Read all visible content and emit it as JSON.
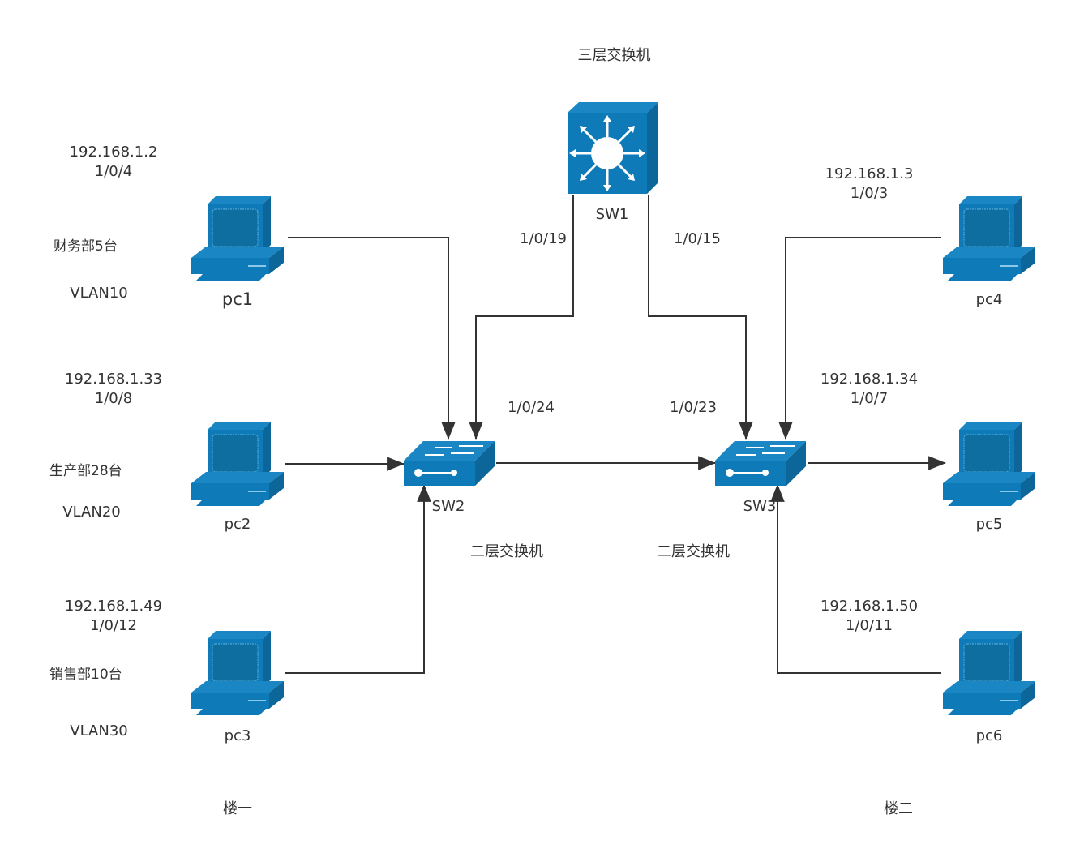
{
  "title": "三层交换机",
  "colors": {
    "device_blue": "#0f7ab8",
    "device_dark": "#0d6699",
    "wire": "#333333",
    "text": "#333333"
  },
  "core_switch": {
    "name": "SW1",
    "type_label": "三层交换机",
    "icon": "layer3-switch-icon",
    "ports": {
      "to_sw2": "1/0/19",
      "to_sw3": "1/0/15"
    }
  },
  "access_switches": [
    {
      "name": "SW2",
      "type_label": "二层交换机",
      "icon": "layer2-switch-icon",
      "uplink_port": "1/0/24"
    },
    {
      "name": "SW3",
      "type_label": "二层交换机",
      "icon": "layer2-switch-icon",
      "uplink_port": "1/0/23"
    }
  ],
  "pcs": [
    {
      "name": "pc1",
      "ip": "192.168.1.2",
      "port": "1/0/4",
      "switch": "SW2",
      "icon": "desktop-computer-icon"
    },
    {
      "name": "pc2",
      "ip": "192.168.1.33",
      "port": "1/0/8",
      "switch": "SW2",
      "icon": "desktop-computer-icon"
    },
    {
      "name": "pc3",
      "ip": "192.168.1.49",
      "port": "1/0/12",
      "switch": "SW2",
      "icon": "desktop-computer-icon"
    },
    {
      "name": "pc4",
      "ip": "192.168.1.3",
      "port": "1/0/3",
      "switch": "SW3",
      "icon": "desktop-computer-icon"
    },
    {
      "name": "pc5",
      "ip": "192.168.1.34",
      "port": "1/0/7",
      "switch": "SW3",
      "icon": "desktop-computer-icon"
    },
    {
      "name": "pc6",
      "ip": "192.168.1.50",
      "port": "1/0/11",
      "switch": "SW3",
      "icon": "desktop-computer-icon"
    }
  ],
  "departments": [
    {
      "name": "财务部5台",
      "vlan": "VLAN10"
    },
    {
      "name": "生产部28台",
      "vlan": "VLAN20"
    },
    {
      "name": "销售部10台",
      "vlan": "VLAN30"
    }
  ],
  "floors": [
    "楼一",
    "楼二"
  ],
  "links": [
    {
      "from": "SW1",
      "to": "SW2",
      "from_port": "1/0/19",
      "to_port": "1/0/24"
    },
    {
      "from": "SW1",
      "to": "SW3",
      "from_port": "1/0/15",
      "to_port": "1/0/23"
    },
    {
      "from": "SW2",
      "to": "SW3"
    },
    {
      "from": "pc1",
      "to": "SW2"
    },
    {
      "from": "pc2",
      "to": "SW2"
    },
    {
      "from": "pc3",
      "to": "SW2"
    },
    {
      "from": "pc4",
      "to": "SW3"
    },
    {
      "from": "SW3",
      "to": "pc5"
    },
    {
      "from": "pc6",
      "to": "SW3"
    }
  ]
}
